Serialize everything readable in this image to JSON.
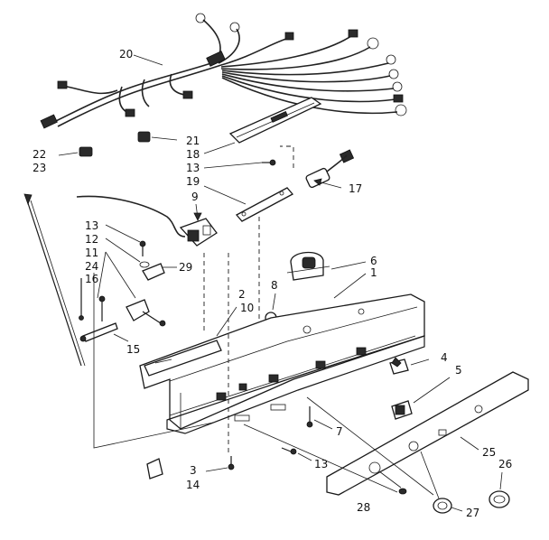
{
  "diagram": {
    "type": "exploded-parts-diagram",
    "callouts": [
      {
        "id": "20",
        "label": "20"
      },
      {
        "id": "21",
        "label": "21"
      },
      {
        "id": "18",
        "label": "18"
      },
      {
        "id": "13a",
        "label": "13"
      },
      {
        "id": "19",
        "label": "19"
      },
      {
        "id": "17",
        "label": "17"
      },
      {
        "id": "22",
        "label": "22"
      },
      {
        "id": "23",
        "label": "23"
      },
      {
        "id": "9",
        "label": "9"
      },
      {
        "id": "13b",
        "label": "13"
      },
      {
        "id": "12",
        "label": "12"
      },
      {
        "id": "11",
        "label": "11"
      },
      {
        "id": "24",
        "label": "24"
      },
      {
        "id": "16",
        "label": "16"
      },
      {
        "id": "29",
        "label": "29"
      },
      {
        "id": "6",
        "label": "6"
      },
      {
        "id": "1",
        "label": "1"
      },
      {
        "id": "8",
        "label": "8"
      },
      {
        "id": "2",
        "label": "2"
      },
      {
        "id": "10",
        "label": "10"
      },
      {
        "id": "15",
        "label": "15"
      },
      {
        "id": "4",
        "label": "4"
      },
      {
        "id": "5",
        "label": "5"
      },
      {
        "id": "7",
        "label": "7"
      },
      {
        "id": "25",
        "label": "25"
      },
      {
        "id": "26",
        "label": "26"
      },
      {
        "id": "13c",
        "label": "13"
      },
      {
        "id": "3",
        "label": "3"
      },
      {
        "id": "14",
        "label": "14"
      },
      {
        "id": "28",
        "label": "28"
      },
      {
        "id": "27",
        "label": "27"
      }
    ]
  }
}
